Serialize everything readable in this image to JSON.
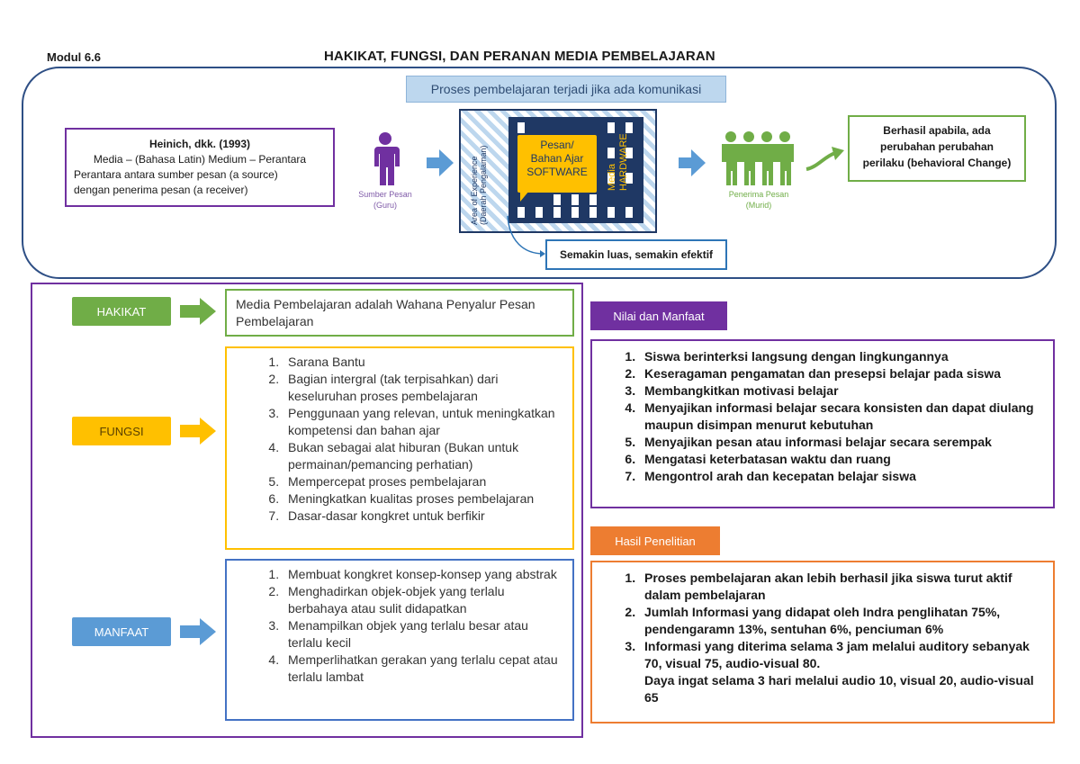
{
  "header": {
    "module": "Modul 6.6",
    "title": "HAKIKAT, FUNGSI, DAN PERANAN MEDIA PEMBELAJARAN"
  },
  "diagram": {
    "proses_label": "Proses pembelajaran terjadi jika ada komunikasi",
    "heinich": {
      "title": "Heinich, dkk. (1993)",
      "line1": "Media – (Bahasa Latin) Medium – Perantara",
      "line2": "Perantara antara sumber pesan (a source)",
      "line3": "dengan penerima pesan (a receiver)"
    },
    "sumber": {
      "label1": "Sumber Pesan",
      "label2": "(Guru)"
    },
    "penerima": {
      "label1": "Penerima Pesan",
      "label2": "(Murid)"
    },
    "area": {
      "line1": "Area of Experience",
      "line2": "(Daerah Pengalaman)"
    },
    "pesan": {
      "line1": "Pesan/",
      "line2": "Bahan Ajar",
      "line3": "SOFTWARE"
    },
    "media": {
      "line1": "Media",
      "line2": "HARDWARE"
    },
    "semakin": "Semakin luas, semakin efektif",
    "berhasil": {
      "line1": "Berhasil apabila, ada",
      "line2": "perubahan perubahan",
      "line3": "perilaku (behavioral Change)"
    },
    "colors": {
      "purple": "#7030a0",
      "green": "#70ad47",
      "blue": "#5b9bd5",
      "navy": "#1f3864",
      "yellow": "#ffc000"
    }
  },
  "hakikat": {
    "tag": "HAKIKAT",
    "text": "Media Pembelajaran adalah Wahana Penyalur Pesan Pembelajaran"
  },
  "fungsi": {
    "tag": "FUNGSI",
    "items": [
      "Sarana Bantu",
      "Bagian intergral (tak terpisahkan) dari keseluruhan proses pembelajaran",
      "Penggunaan yang relevan, untuk meningkatkan kompetensi dan bahan ajar",
      "Bukan sebagai alat hiburan (Bukan untuk permainan/pemancing perhatian)",
      "Mempercepat proses pembelajaran",
      "Meningkatkan kualitas proses pembelajaran",
      "Dasar-dasar kongkret untuk berfikir"
    ]
  },
  "manfaat": {
    "tag": "MANFAAT",
    "items": [
      "Membuat kongkret konsep-konsep yang abstrak",
      "Menghadirkan objek-objek yang terlalu berbahaya atau sulit didapatkan",
      "Menampilkan objek yang terlalu besar atau terlalu kecil",
      "Memperlihatkan gerakan yang terlalu cepat atau terlalu lambat"
    ]
  },
  "nilai": {
    "tag": "Nilai dan Manfaat",
    "items": [
      "Siswa berinterksi langsung dengan lingkungannya",
      "Keseragaman pengamatan dan presepsi belajar pada siswa",
      "Membangkitkan motivasi belajar",
      "Menyajikan informasi belajar secara konsisten dan dapat diulang maupun disimpan menurut kebutuhan",
      "Menyajikan pesan atau informasi belajar secara serempak",
      "Mengatasi keterbatasan waktu dan ruang",
      "Mengontrol arah dan kecepatan belajar siswa"
    ]
  },
  "hasil": {
    "tag": "Hasil Penelitian",
    "items": [
      "Proses pembelajaran akan lebih berhasil jika siswa turut aktif dalam pembelajaran",
      "Jumlah Informasi yang didapat oleh Indra penglihatan 75%, pendengaramn 13%, sentuhan 6%, penciuman 6%",
      "Informasi yang diterima selama 3 jam melalui auditory sebanyak 70, visual 75, audio-visual 80."
    ],
    "extra": "Daya ingat selama 3 hari melalui audio 10, visual 20, audio-visual 65"
  }
}
